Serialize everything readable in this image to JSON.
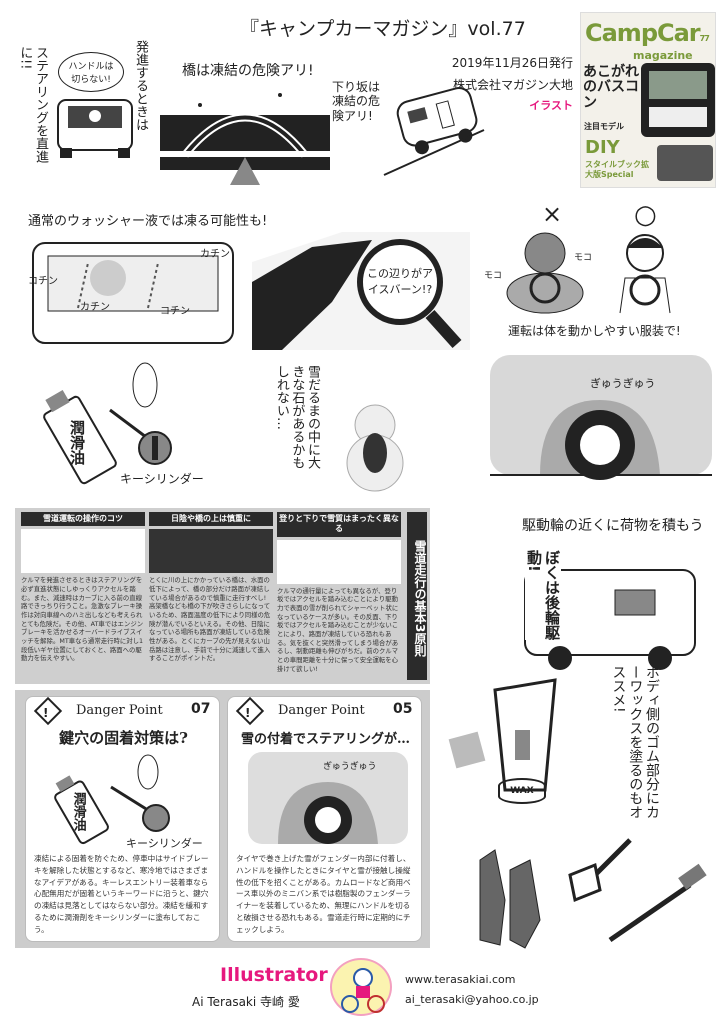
{
  "header": {
    "title": "『キャンプカーマガジン』vol.77",
    "date": "2019年11月26日発行",
    "publisher": "株式会社マガジン大地",
    "category": "イラスト"
  },
  "cover": {
    "brand": "CampCar",
    "sub": "magazine",
    "vol": "77",
    "headline": "あこがれのバスコン",
    "tag": "注目モデル",
    "diy": "DIY",
    "diy_sub": "スタイルブック拡大版Special"
  },
  "row1": {
    "bubble": "ハンドルは切らない!",
    "steer": "ステアリングを直進に!!",
    "start": "発進するときは",
    "bridge": "橋は凍結の危険アリ!",
    "slope": "下り坂は凍結の危険アリ!"
  },
  "row2": {
    "washer": "通常のウォッシャー液では凍る可能性も!",
    "kochin1": "コチン",
    "kachin1": "カチン",
    "kachin2": "カチン",
    "kochin2": "コチン",
    "ice": "この辺りがアイスバーン!?",
    "ng": "×",
    "ok": "○",
    "moko1": "モコ",
    "moko2": "モコ",
    "clothes": "運転は体を動かしやすい服装で!"
  },
  "row3": {
    "oil": "潤滑油",
    "cylinder": "キーシリンダー",
    "snowman": "雪だるまの中に大きな石があるかもしれない…",
    "squeeze": "ぎゅうぎゅう"
  },
  "scan": {
    "sections": [
      {
        "heading": "雪道運転の操作のコツ",
        "body": "クルマを発進させるときはステアリングを必ず直進状態にしゆっくりアクセルを踏む。また、減速時はカーブに入る前の直線路できっちり行うこと。急激なブレーキ操作は対向車線へのハミ出しなども考えられとても危険だ。その他、AT車ではエンジンブレーキを活かせるオーバードライブスイッチを解除。MT車なら通常走行時に対し1段低いギヤ位置にしておくと、路面への駆動力を伝えやすい。"
      },
      {
        "heading": "日陰や橋の上は慎重に",
        "body": "とくに川の上にかかっている橋は、水面の低下によって、橋の部分だけ路面が凍結している場合があるので慎重に走行すべし! 高架橋なども橋の下が吹きさらしになっているため、路面温度の低下により同様の危険が潜んでいるといえる。その他、日陰になっている場所も路面が凍結している危険性がある。とくにカーブの先が見えない山岳路は注意し、手前で十分に減速して進入することがポイントだ。"
      },
      {
        "heading": "登りと下りで雪質はまったく異なる",
        "body": "クルマの通行量によっても異なるが、登り坂ではアクセルを踏み込むことにより駆動力で表面の雪が削られてシャーベット状になっているケースが多い。その反面、下り坂ではアクセルを踏み込むことが少ないことにより、路面が凍結している恐れもある。気を抜くと突然滑ってしまう場合があるし、制動距離も伸びがちだ。前のクルマとの車間距離を十分に保って安全運転を心掛けて欲しい!"
      }
    ],
    "side": "雪道走行の基本3原則"
  },
  "load": {
    "title": "駆動輪の近くに荷物を積もう",
    "rv": "ぼくは後輪駆動!"
  },
  "danger": [
    {
      "label": "Danger Point",
      "num": "07",
      "title": "鍵穴の固着対策は?",
      "oil": "潤滑油",
      "cylinder": "キーシリンダー",
      "body": "凍結による固着を防ぐため、停車中はサイドブレーキを解除した状態とするなど、寒冷地ではさまざまなアイデアがある。キーレスエントリー装着車なら心配無用だが固着というキーワードに沿うと、鍵穴の凍結は見落としてはならない部分。凍結を緩和するために潤滑剤をキーシリンダーに塗布しておこう。"
    },
    {
      "label": "Danger Point",
      "num": "05",
      "title": "雪の付着でステアリングが…",
      "squeeze": "ぎゅうぎゅう",
      "body": "タイヤで巻き上げた雪がフェンダー内部に付着し、ハンドルを操作したときにタイヤと雪が接触し操縦性の低下を招くことがある。カムロードなど商用ベース車以外のミニバン系では樹脂製のフェンダーライナーを装着しているため、無理にハンドルを切ると破損させる恐れもある。雪道走行時に定期的にチェックしよう。"
    }
  ],
  "wax": {
    "note": "ボディ側のゴム部分にカーワックスを塗るのもオススメ!",
    "can": "WAX"
  },
  "footer": {
    "role": "Illustrator",
    "name": "Ai Terasaki 寺崎 愛",
    "web": "www.terasakiai.com",
    "email": "ai_terasaki@yahoo.co.jp"
  },
  "colors": {
    "accent": "#e6187e",
    "cover_green": "#7a9a3a"
  }
}
